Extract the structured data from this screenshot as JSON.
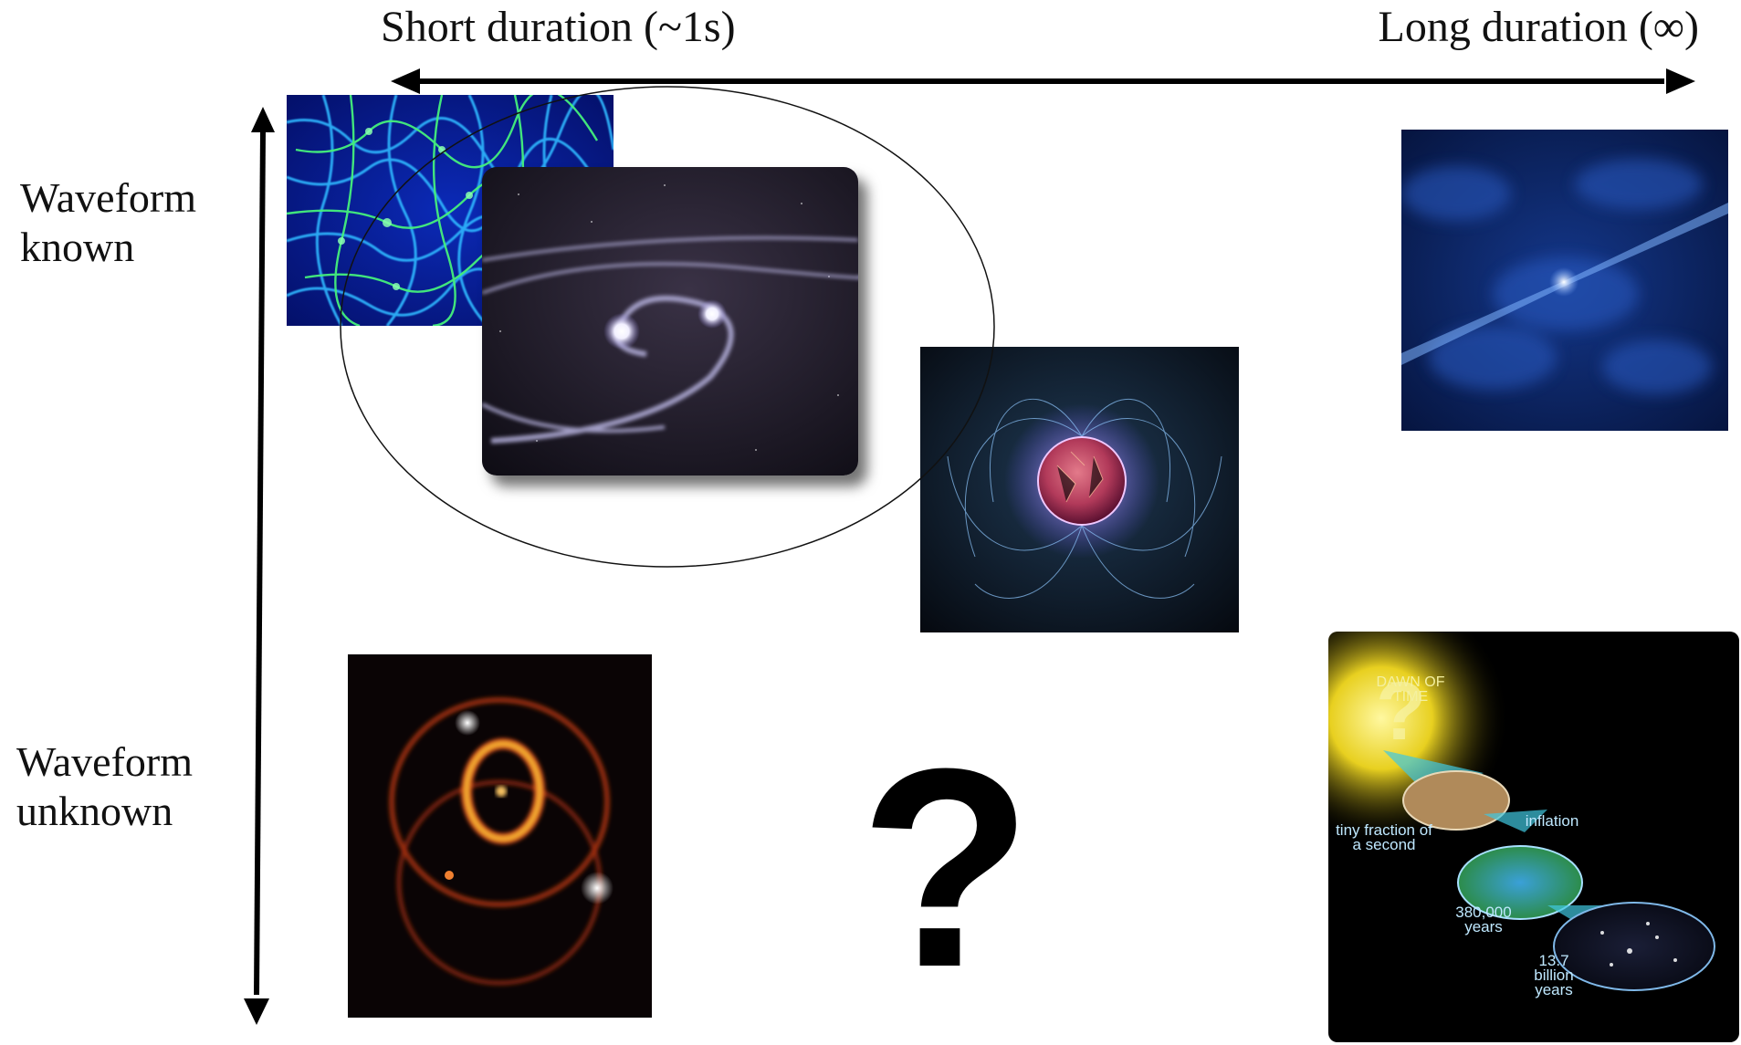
{
  "axis": {
    "short_label": "Short duration (~1s)",
    "long_label": "Long duration (∞)",
    "known_label": "Waveform known",
    "unknown_label": "Waveform unknown"
  },
  "images": {
    "cosmic": {
      "dawn": "DAWN OF TIME",
      "tiny": "tiny fraction of a second",
      "inflation": "inflation",
      "years380": "380,000 years",
      "billion": "13.7 billion years"
    },
    "question_mark": "?"
  },
  "colors": {
    "arrow": "#000000",
    "ellipse": "#111111",
    "web_bg": "#0a1a8c",
    "web_filament": "#3df07a",
    "magnetar_star": "#b23a5a",
    "sn_ring": "#e0501e"
  }
}
